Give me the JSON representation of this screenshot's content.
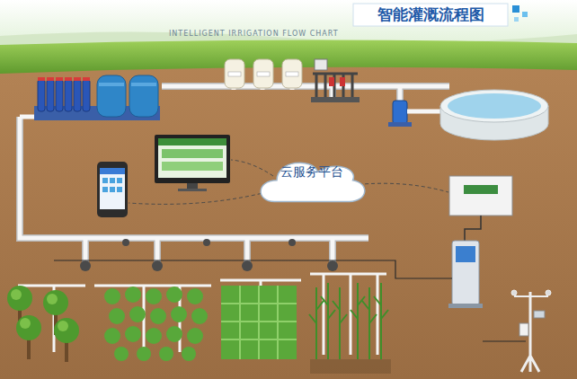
{
  "diagram": {
    "title": "智能灌溉流程图",
    "nodes": [
      {
        "text": [
          "云服务平台"
        ]
      }
    ],
    "labels": [
      "INTELLIGENT IRRIGATION FLOW CHART"
    ]
  }
}
